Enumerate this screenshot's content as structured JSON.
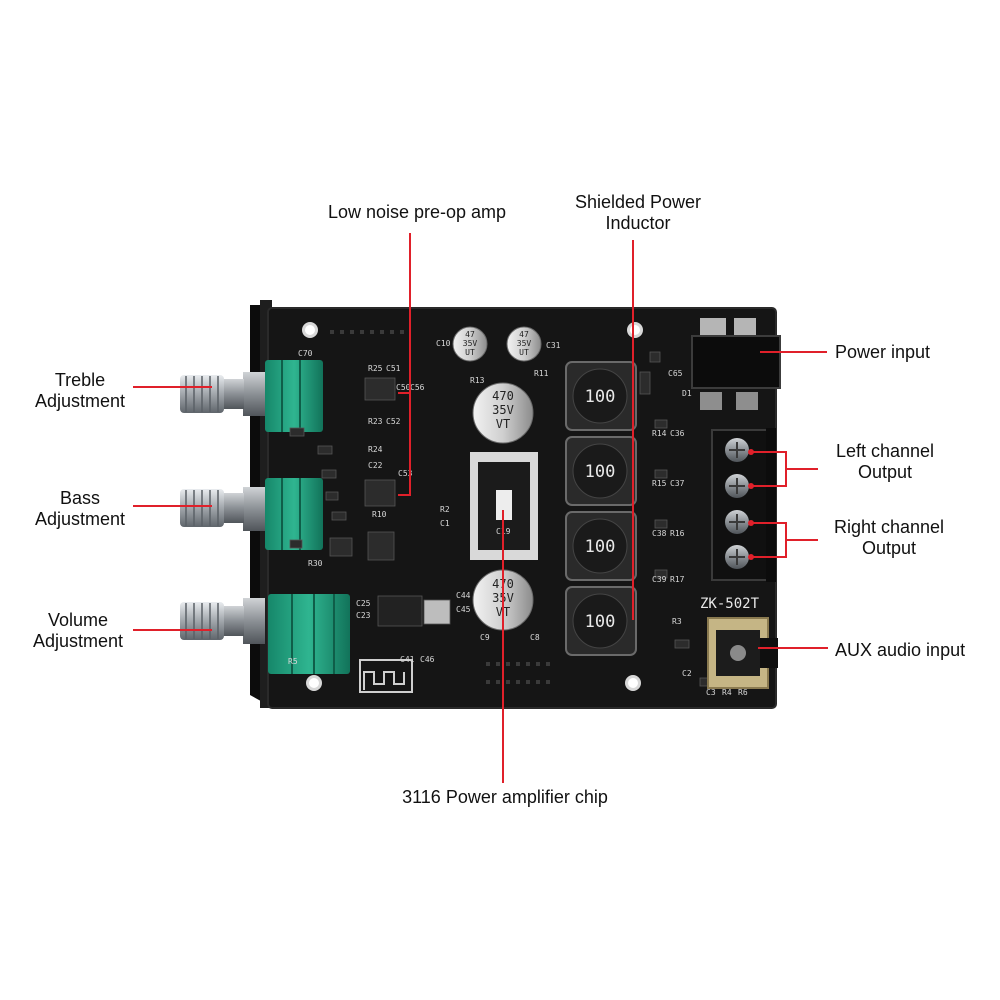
{
  "callouts": {
    "preamp": "Low noise pre-op amp",
    "inductor": [
      "Shielded Power",
      "Inductor"
    ],
    "power_input": "Power input",
    "left_output": [
      "Left channel",
      "Output"
    ],
    "right_output": [
      "Right channel",
      "Output"
    ],
    "aux_input": "AUX audio input",
    "amp_chip": "3116 Power amplifier chip",
    "treble": [
      "Treble",
      "Adjustment"
    ],
    "bass": [
      "Bass",
      "Adjustment"
    ],
    "volume": [
      "Volume",
      "Adjustment"
    ]
  },
  "board": {
    "model": "ZK-502T",
    "inductor_marking": "100",
    "cap_large": [
      "470",
      "35V",
      "VT"
    ],
    "cap_small": [
      "47",
      "35V",
      "UT"
    ],
    "silkscreen": [
      "C70",
      "R25",
      "C51",
      "C50",
      "C56",
      "R23",
      "C52",
      "R24",
      "C22",
      "C53",
      "R10",
      "C19",
      "C10",
      "C31",
      "R13",
      "R11",
      "C41",
      "C46",
      "R30",
      "C65",
      "D1",
      "R14",
      "C36",
      "R15",
      "C37",
      "C38",
      "R16",
      "C39",
      "R17",
      "R3",
      "C3",
      "R4",
      "R6",
      "C2",
      "R5",
      "C44",
      "C45",
      "C9",
      "C8",
      "C25",
      "C23",
      "R2",
      "C1"
    ]
  },
  "colors": {
    "pcb": "#161616",
    "pcb_edge": "#2a2a2a",
    "knob": "#9aa0a6",
    "pot_green": "#1f9c7c",
    "callout_line": "#e0202a",
    "silk": "#d8d8d8"
  }
}
